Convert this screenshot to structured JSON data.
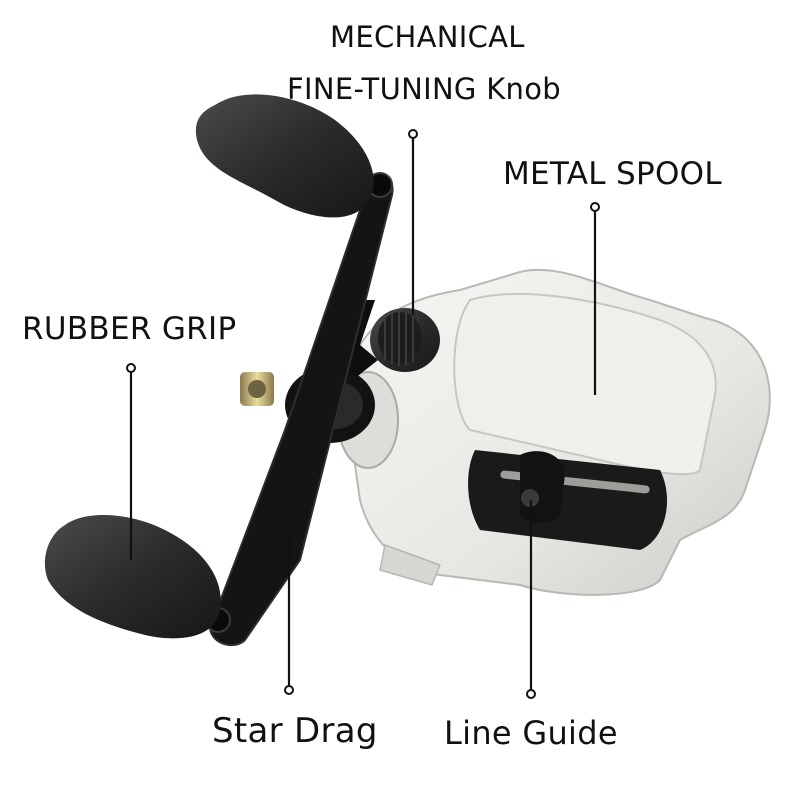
{
  "diagram": {
    "subject": "baitcasting fishing reel with labeled parts",
    "labels": {
      "knob_line1": "MECHANICAL",
      "knob_line2": "FINE-TUNING Knob",
      "spool": "METAL SPOOL",
      "grip": "RUBBER GRIP",
      "drag": "Star Drag",
      "guide": "Line Guide"
    },
    "colors": {
      "reel_body": "#e9ebe6",
      "handle": "#141414",
      "knob": "#2a2c2b",
      "spool_accent": "#b8962e",
      "leader_line": "#111111"
    }
  }
}
